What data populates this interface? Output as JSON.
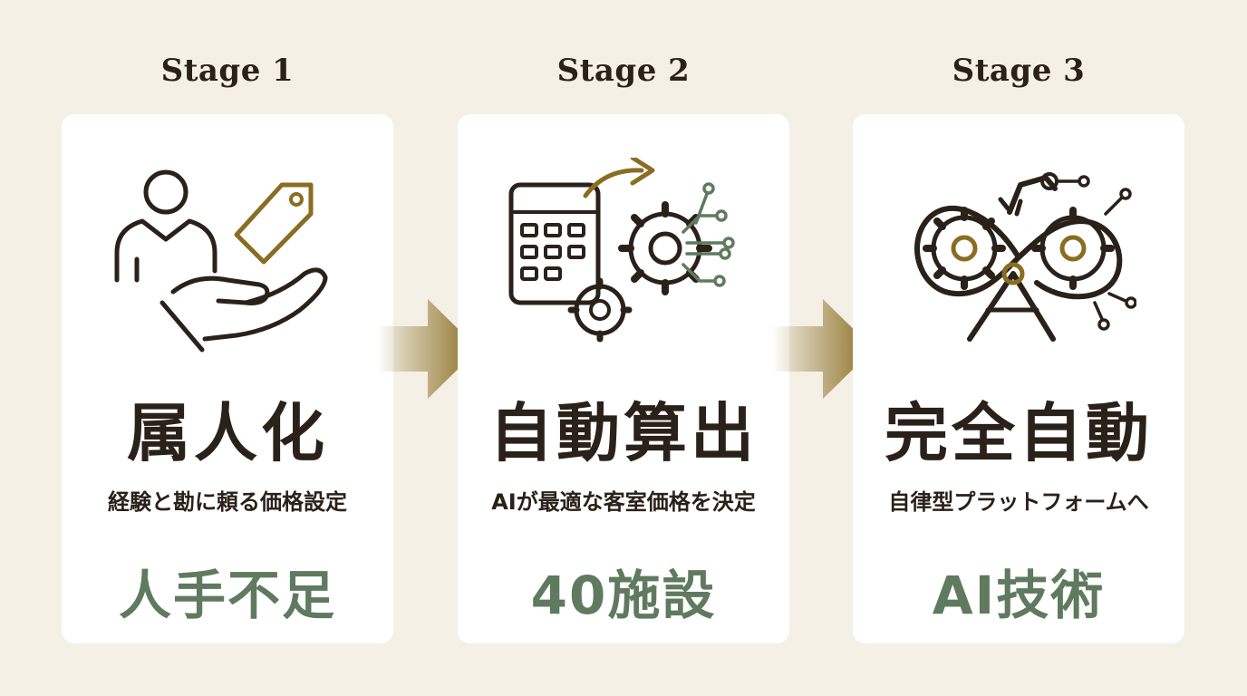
{
  "colors": {
    "background": "#f4f0e6",
    "card": "#ffffff",
    "text_dark": "#2a2119",
    "accent_gold": "#8a6d22",
    "accent_green": "#5f7a5e"
  },
  "stages": [
    {
      "label": "Stage 1",
      "icon": "person-hand-price-tag-icon",
      "title": "属人化",
      "description": "経験と勘に頼る価格設定",
      "keyword": "人手不足"
    },
    {
      "label": "Stage 2",
      "icon": "calculator-gears-circuit-icon",
      "title": "自動算出",
      "description": "AIが最適な客室価格を決定",
      "keyword": "40施設"
    },
    {
      "label": "Stage 3",
      "icon": "infinity-gears-robot-arm-icon",
      "title": "完全自動",
      "description": "自律型プラットフォームへ",
      "keyword": "AI技術"
    }
  ],
  "arrows": [
    "arrow-right-icon",
    "arrow-right-icon"
  ]
}
